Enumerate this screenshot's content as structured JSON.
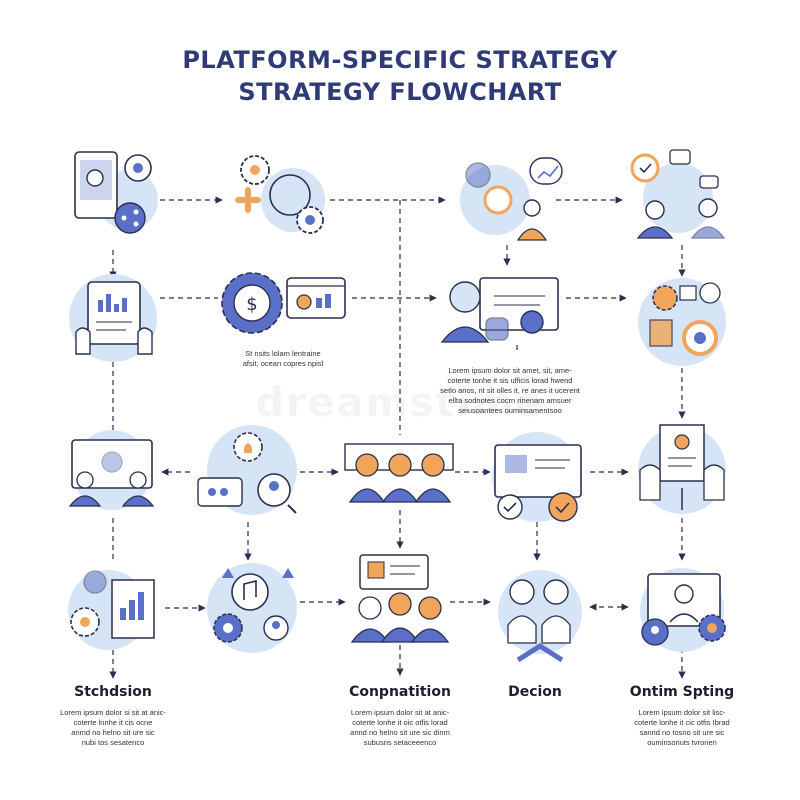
{
  "title": {
    "line1": "PLATFORM-SPECIFIC  STRATEGY",
    "line2": "STRATEGY FLOWCHART"
  },
  "watermark": "dreamstime",
  "labels": {
    "col1": "Stchdsion",
    "col3": "Conpnatition",
    "col4": "Decion",
    "col5": "Ontim Spting"
  },
  "notes": {
    "row2_col2": "St nsits lolam lentraine\nafsit, ocean copres npisl",
    "row2_col3": "Lorem ipsum dolor sit amet, sit, ame-\ncoterte tonhe it sis ufficis lorad hwend\nsetlo anos, nt sit olles it, re anes it ucerent\nellta sodnotes cocrn rinenam amsuer\nseiusoantees ouminsamentsoo",
    "bottom_col1": "Lorem ipsum dolor si sit at anic-\ncoterte lnnhe it cis ocne\nanmd no helno sit ure sic\nnubi tos sesatenco",
    "bottom_col3": "Lorem ipsum dolor sit at anic-\ncoterte lonhe it oic otfis lorad\nannd no helno sit ure sic dinm\nsubusns setaceeenco",
    "bottom_col5": "Lorem ipsum dolor sit lisc-\ncoterte lonhe it cic otfis Ibrad\nsannd no tosno sit ure sic\nouminsonuts tvronen"
  },
  "palette": {
    "primary": "#5a6fc7",
    "light_blue": "#d6e5f5",
    "outline": "#2a2f4f",
    "orange": "#f0a55b",
    "title": "#2f3a78"
  },
  "icons": [
    "tablet-gear-network-icon",
    "gears-process-icon",
    "team-chat-chart-icon",
    "support-agents-icon",
    "tablet-chart-hands-icon",
    "dollar-gear-icon",
    "browser-window-icon",
    "presentation-person-icon",
    "gear-report-analytics-icon",
    "video-meeting-icon",
    "idea-gear-user-icon",
    "team-group-icon",
    "approval-screen-icon",
    "document-hands-icon",
    "users-chart-icon",
    "music-gears-icon",
    "team-profile-icon",
    "handshake-users-icon",
    "monitor-user-gear-icon"
  ]
}
